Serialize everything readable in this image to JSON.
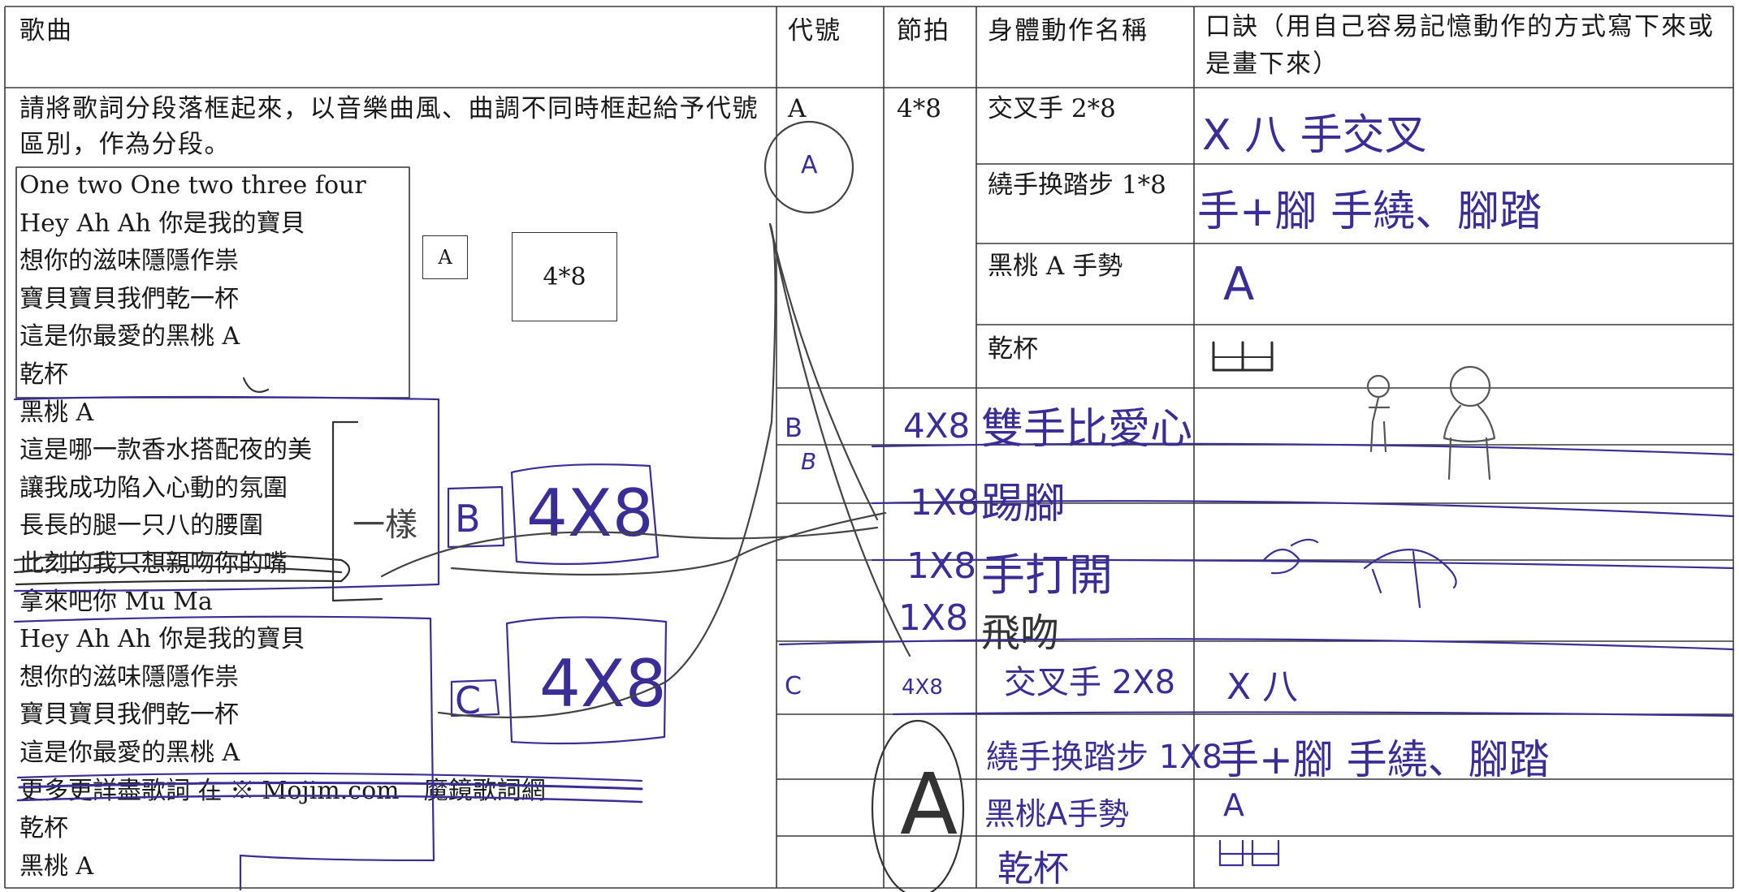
{
  "headers": {
    "song": "歌曲",
    "code": "代號",
    "beat": "節拍",
    "action": "身體動作名稱",
    "mnemonic": "口訣（用自己容易記憶動作的方式寫下來或是畫下來）"
  },
  "instructions": "請將歌詞分段落框起來，以音樂曲風、曲調不同時框起給予代號區別，作為分段。",
  "lyrics": [
    "One two One two three four",
    "Hey Ah Ah  你是我的寶貝",
    "想你的滋味隱隱作祟",
    "寶貝寶貝我們乾一杯",
    "這是你最愛的黑桃 A",
    "乾杯",
    "黑桃 A",
    "這是哪一款香水搭配夜的美",
    "讓我成功陷入心動的氛圍",
    "長長的腿一只八的腰圍",
    "此刻的我只想親吻你的嘴",
    "拿來吧你 Mu Ma",
    "Hey Ah Ah  你是我的寶貝",
    "想你的滋味隱隱作祟",
    "寶貝寶貝我們乾一杯",
    "這是你最愛的黑桃 A",
    "更多更詳盡歌詞 在 ※ Mojim.com　魔鏡歌詞網",
    "乾杯",
    "黑桃 A"
  ],
  "segment_boxes": {
    "a_code": "A",
    "a_beat": "4*8",
    "b_code": "B",
    "b_beat": "4X8",
    "c_code": "C",
    "c_beat": "4X8",
    "same_note": "一樣"
  },
  "section_a": {
    "code": "A",
    "code_circled": "A",
    "beat": "4*8",
    "rows": [
      {
        "action": "交叉手 2*8",
        "mnemonic": "X 八  手交叉"
      },
      {
        "action": "繞手换踏步 1*8",
        "mnemonic": "手+腳 手繞、腳踏"
      },
      {
        "action": "黑桃 A 手勢",
        "mnemonic": "A"
      },
      {
        "action": "乾杯",
        "mnemonic": ""
      }
    ]
  },
  "section_b": {
    "code": "B",
    "code2": "B",
    "rows": [
      {
        "beat": "4X8",
        "action": "雙手比愛心"
      },
      {
        "beat": "1X8",
        "action": "踢腳"
      },
      {
        "beat": "1X8",
        "action": "手打開"
      },
      {
        "beat": "1X8",
        "action": "飛吻"
      }
    ]
  },
  "section_c": {
    "code": "C",
    "beat": "4X8",
    "code_circled": "A",
    "rows": [
      {
        "action": "交叉手 2X8",
        "mnemonic": "X 八"
      },
      {
        "action": "繞手换踏步 1X8",
        "mnemonic": "手+腳 手繞、腳踏"
      },
      {
        "action": "黑桃A手勢",
        "mnemonic": "A"
      },
      {
        "action": "乾杯",
        "mnemonic": ""
      }
    ]
  },
  "ink_color": "#3b2d96"
}
